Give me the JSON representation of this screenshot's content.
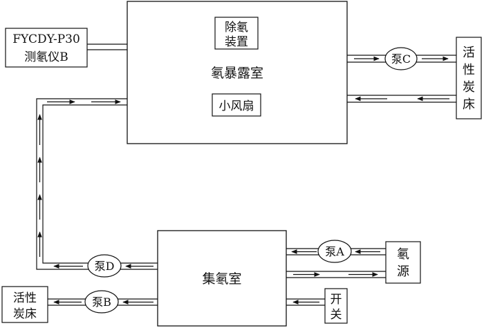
{
  "boxes": {
    "chamber": "氡暴露室",
    "remover_line1": "除氡",
    "remover_line2": "装置",
    "fan": "小风扇",
    "meter_line1": "FYCDY-P30",
    "meter_line2": "测氡仪B",
    "carbon_right_chars": [
      "活",
      "性",
      "炭",
      "床"
    ],
    "collector": "集氡室",
    "source_line1": "氡",
    "source_line2": "源",
    "switch_line1": "开",
    "switch_line2": "关",
    "carbon_left_line1": "活性",
    "carbon_left_line2": "炭床"
  },
  "pumps": {
    "pump_c": "泵C",
    "pump_a": "泵A",
    "pump_d": "泵D",
    "pump_b": "泵B"
  }
}
